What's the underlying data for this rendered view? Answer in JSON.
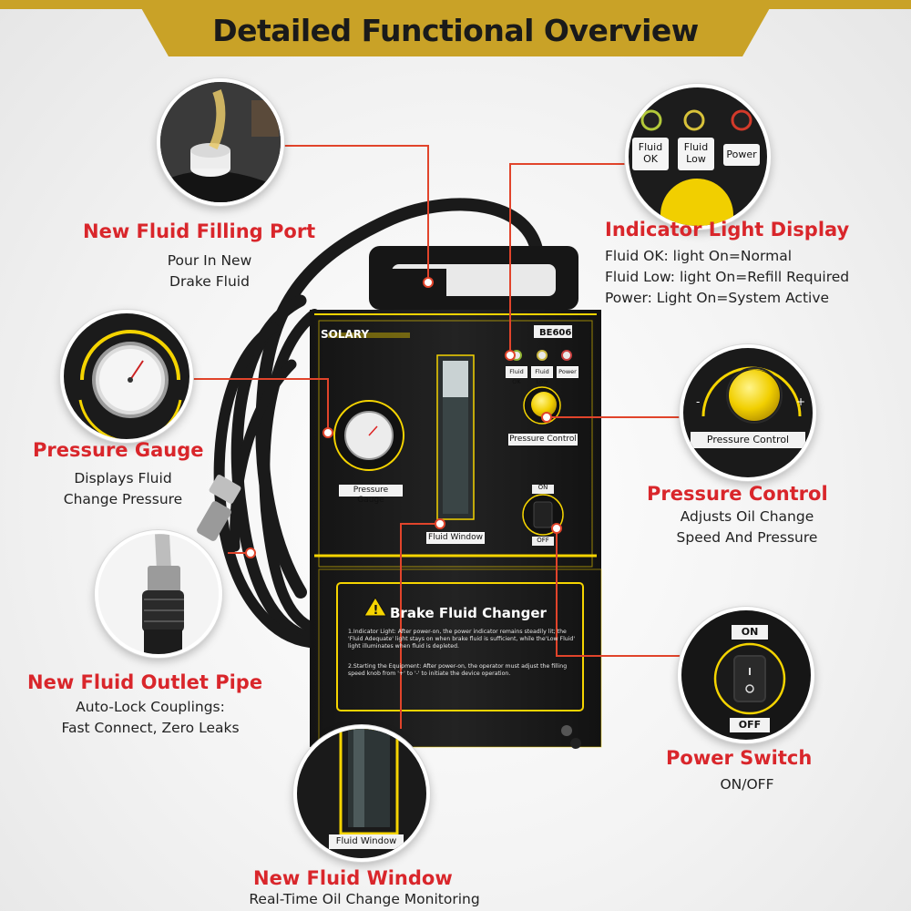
{
  "header": {
    "title": "Detailed Functional Overview"
  },
  "device": {
    "brand": "SOLARY",
    "model": "BE606",
    "panel": {
      "pressure_gauge_label": "Pressure Gauge",
      "fluid_window_label": "Fluid Window",
      "pressure_control_label": "Pressure Control",
      "indicator_labels": [
        "Fluid OK",
        "Fluid Low",
        "Power"
      ],
      "switch_on": "ON",
      "switch_off": "OFF"
    },
    "info_card": {
      "title": "Brake Fluid Changer",
      "text_1": "1.Indicator Light: After power-on, the power indicator remains steadily lit; the 'Fluid Adequate' light stays on when brake fluid is sufficient, while the'Low Fluid' light illuminates when fluid is depleted.",
      "text_2": "2.Starting the Equipment: After power-on, the operator must adjust the filling speed knob from '+' to '-' to initiate the device operation."
    }
  },
  "callouts": {
    "filling_port": {
      "title": "New Fluid Filling Port",
      "desc_1": "Pour In New",
      "desc_2": "Drake Fluid"
    },
    "indicator": {
      "title": "Indicator Light Display",
      "line_1": "Fluid OK: light On=Normal",
      "line_2": "Fluid Low: light On=Refill Required",
      "line_3": "Power: Light On=System Active",
      "zoom_labels": [
        "Fluid OK",
        "Fluid Low",
        "Power"
      ]
    },
    "gauge": {
      "title": "Pressure Gauge",
      "desc_1": "Displays Fluid",
      "desc_2": "Change Pressure"
    },
    "pressure_control": {
      "title": "Pressure Control",
      "desc_1": "Adjusts Oil Change",
      "desc_2": "Speed And Pressure",
      "zoom_label": "Pressure Control",
      "minus": "-",
      "plus": "+"
    },
    "outlet_pipe": {
      "title": "New Fluid Outlet Pipe",
      "desc_1": "Auto-Lock Couplings:",
      "desc_2": "Fast Connect, Zero Leaks"
    },
    "power_switch": {
      "title": "Power Switch",
      "desc": "ON/OFF",
      "zoom_on": "ON",
      "zoom_off": "OFF"
    },
    "fluid_window": {
      "title": "New Fluid Window",
      "desc": "Real-Time Oil Change Monitoring",
      "zoom_label": "Fluid Window"
    }
  },
  "colors": {
    "accent_red": "#d9262b",
    "banner_gold": "#c9a227",
    "device_yellow": "#f5d400",
    "device_body": "#1b1b1b"
  }
}
